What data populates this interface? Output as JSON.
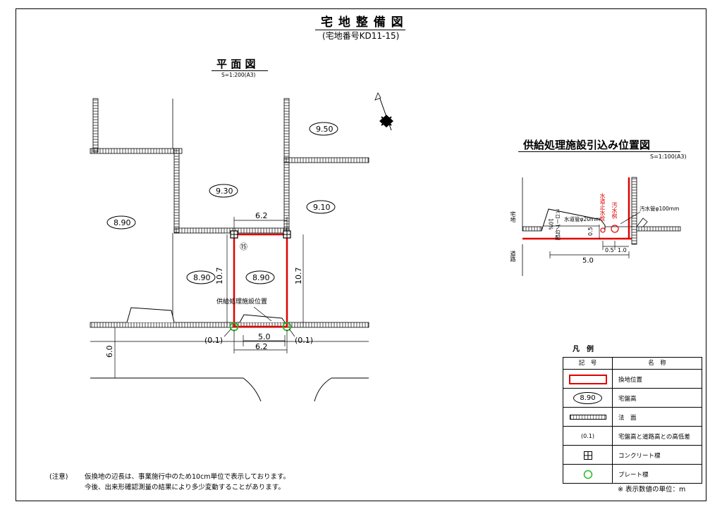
{
  "header": {
    "title": "宅 地 整 備 図",
    "subtitle": "(宅地番号KD11-15)"
  },
  "plan_view": {
    "title": "平 面 図",
    "scale": "S=1:200(A3)",
    "elevations": {
      "left_large": "8.90",
      "top_middle": "9.30",
      "top_right": "9.50",
      "right": "9.10",
      "lot_left": "8.90",
      "lot_center": "8.90"
    },
    "lot_number": "⑮",
    "dimensions": {
      "top_width": "6.2",
      "left_depth": "10.7",
      "right_depth": "10.7",
      "bottom_inner": "5.0",
      "bottom_outer": "6.2",
      "road_width": "6.0",
      "left_diff": "(0.1)",
      "right_diff": "(0.1)"
    },
    "supply_label": "供給処理施設位置"
  },
  "supply_view": {
    "title": "供給処理施設引込み位置図",
    "scale": "S=1:100(A3)",
    "label_lot": "宅地",
    "label_road": "道路",
    "slope_label": "スロープ勾配",
    "slope_pct": "10%",
    "water_pipe": "水道管φ20mm",
    "sewer_pipe": "汚水管φ100mm",
    "water_valve": "水道止水栓",
    "sewer_basin": "汚水桝",
    "dim_05_vertical": "0.5",
    "dim_05": "0.5",
    "dim_10": "1.0",
    "dim_50": "5.0"
  },
  "legend": {
    "title": "凡　例",
    "col_symbol": "記　号",
    "col_name": "名　称",
    "elevation_sample": "8.90",
    "diff_sample": "(0.1)",
    "rows": [
      {
        "name": "換地位置"
      },
      {
        "name": "宅盤高"
      },
      {
        "name": "法　面"
      },
      {
        "name": "宅盤高と道路高との高低差"
      },
      {
        "name": "コンクリート標"
      },
      {
        "name": "プレート標"
      }
    ]
  },
  "notes": {
    "label": "(注意)",
    "line1": "仮換地の辺長は、事業施行中のため10cm単位で表示しております。",
    "line2": "今後、出来形確認測量の結果により多少変動することがあります。"
  },
  "unit_note": "※ 表示数値の単位：m",
  "colors": {
    "lot_outline": "#e00000",
    "plate_marker": "#22bb22",
    "line": "#000000"
  }
}
